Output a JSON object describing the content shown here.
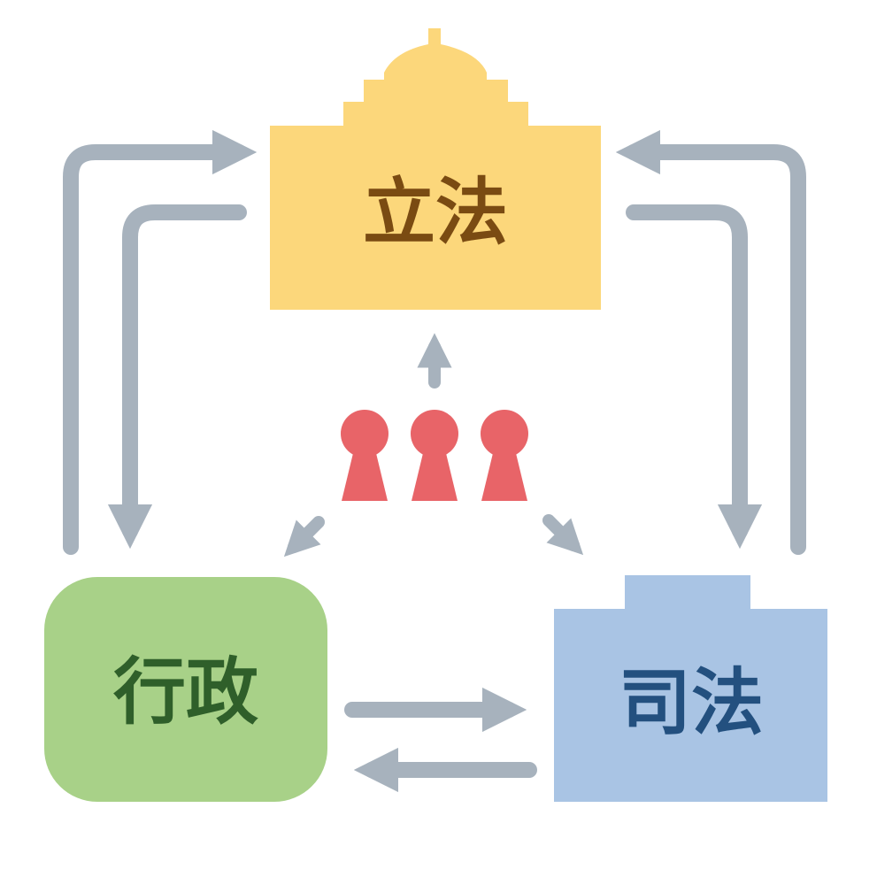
{
  "nodes": {
    "legislative": {
      "label": "立法",
      "fill": "#fcd77b",
      "text_color": "#7a4b12"
    },
    "executive": {
      "label": "行政",
      "fill": "#a8d188",
      "text_color": "#2f5f2a"
    },
    "judicial": {
      "label": "司法",
      "fill": "#a9c4e4",
      "text_color": "#23507f"
    }
  },
  "people": {
    "count": 3,
    "fill": "#e86468"
  },
  "arrow_color": "#a7b2bd"
}
